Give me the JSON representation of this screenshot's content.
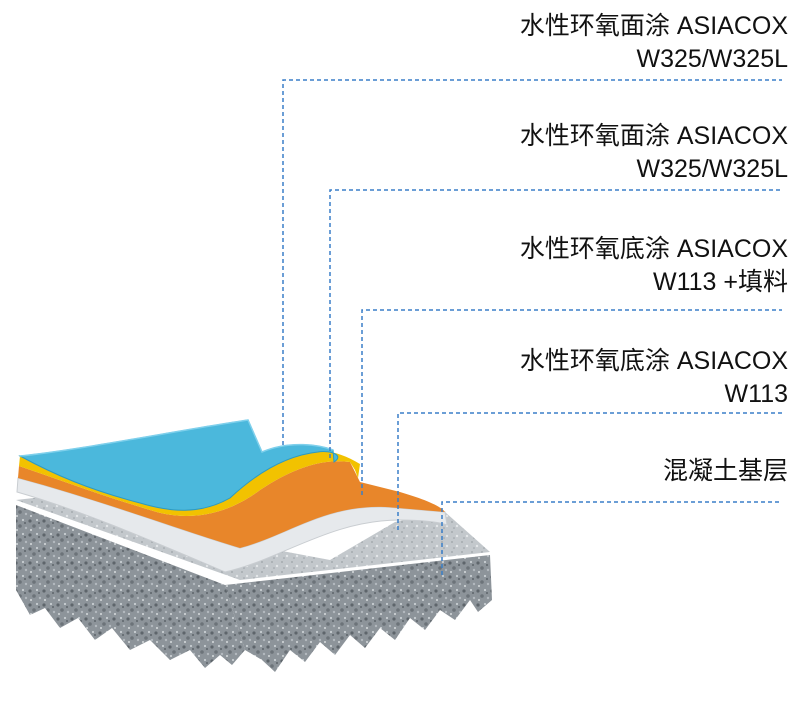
{
  "layers": [
    {
      "line1": "水性环氧面涂 ASIACOX",
      "line2": "W325/W325L",
      "color": "#4bb8dc"
    },
    {
      "line1": "水性环氧面涂 ASIACOX",
      "line2": "W325/W325L",
      "color": "#f2c200"
    },
    {
      "line1": "水性环氧底涂 ASIACOX",
      "line2": "W113 +填料",
      "color": "#e8862a"
    },
    {
      "line1": "水性环氧底涂 ASIACOX",
      "line2": "W113",
      "color": "#e4e8ec"
    },
    {
      "line1": "混凝土基层",
      "line2": "",
      "color": "#8a9096"
    }
  ],
  "leader_color": "#3a7fc8"
}
